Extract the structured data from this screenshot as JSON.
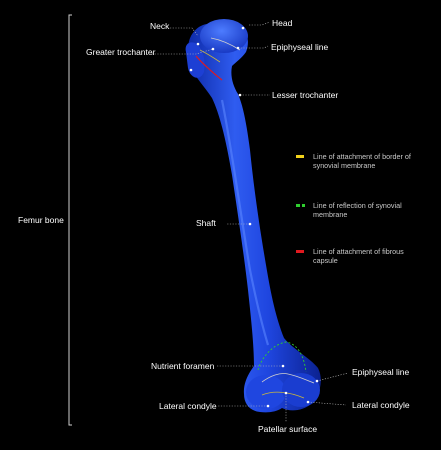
{
  "bracket_label": "Femur bone",
  "labels": {
    "neck": "Neck",
    "head": "Head",
    "greater_trochanter": "Greater trochanter",
    "epiphyseal_line_top": "Epiphyseal line",
    "lesser_trochanter": "Lesser trochanter",
    "shaft": "Shaft",
    "nutrient_foramen": "Nutrient foramen",
    "epiphyseal_line_bottom": "Epiphyseal line",
    "lateral_condyle_left": "Lateral condyle",
    "lateral_condyle_right": "Lateral condyle",
    "patellar_surface": "Patellar surface"
  },
  "legend": [
    {
      "text": "Line of attachment of border of synovial membrane",
      "color": "#f2d21b",
      "style": "solid"
    },
    {
      "text": "Line of reflection of synovial membrane",
      "color": "#2fcf2f",
      "style": "dashed"
    },
    {
      "text": "Line of attachment of fibrous capsule",
      "color": "#e0191f",
      "style": "solid"
    }
  ],
  "colors": {
    "background": "#000000",
    "bone": "#1f46e0",
    "bone_highlight": "#4a78ff",
    "bone_shadow": "#0a1f9a",
    "leader": "#bfbfbf"
  }
}
